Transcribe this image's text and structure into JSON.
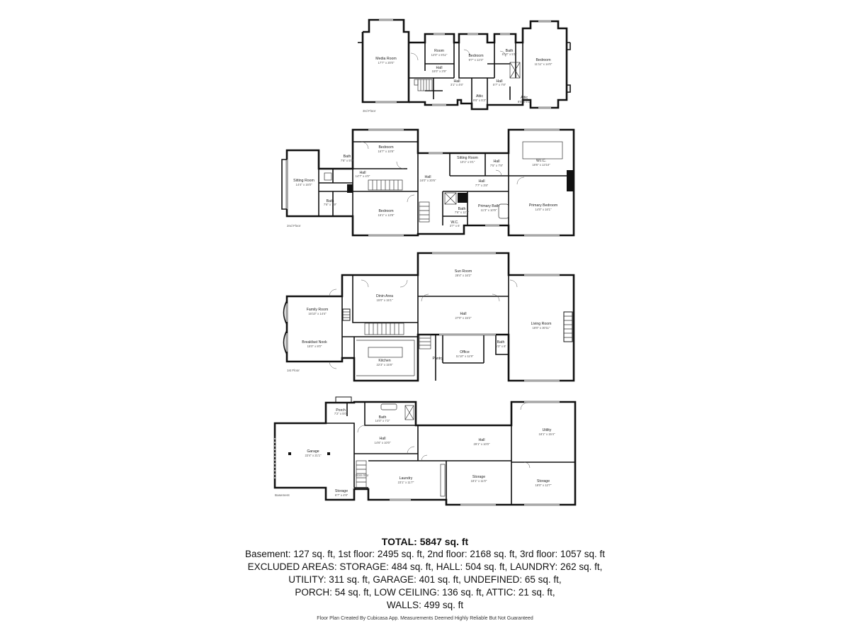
{
  "floors": [
    {
      "id": "attic",
      "label": "3rd Floor",
      "rooms": [
        {
          "name": "Media Room",
          "dims": "17'7\" x 20'0\""
        },
        {
          "name": "Room",
          "dims": "12'0\" x 8'11\""
        },
        {
          "name": "Hall",
          "dims": "15'0\" x 3'9\""
        },
        {
          "name": "Bedroom",
          "dims": "9'7\" x 12'3\""
        },
        {
          "name": "Bath",
          "dims": "8'10\" x 5'1\""
        },
        {
          "name": "Bedroom",
          "dims": "11'11\" x 14'0\""
        },
        {
          "name": "Hall",
          "dims": "5'7\" x 7'8\""
        },
        {
          "name": "Attic",
          "dims": "9'6\" x 5'3\""
        },
        {
          "name": "Attic",
          "dims": "8'0\" x 6'1\""
        },
        {
          "name": "Hall",
          "dims": "3'1\" x 4'6\""
        }
      ]
    },
    {
      "id": "second",
      "label": "2nd Floor",
      "rooms": [
        {
          "name": "Sitting Room",
          "dims": "14'4\" x 16'0\""
        },
        {
          "name": "Bath",
          "dims": "7'8\" x 5'0\""
        },
        {
          "name": "Bath",
          "dims": "7'6\" x 7'9\""
        },
        {
          "name": "Bedroom",
          "dims": "16'7\" x 10'8\""
        },
        {
          "name": "Hall",
          "dims": "14'7\" x 4'0\""
        },
        {
          "name": "Bedroom",
          "dims": "15'1\" x 13'8\""
        },
        {
          "name": "Hall",
          "dims": "16'0\" x 20'6\""
        },
        {
          "name": "Sitting Room",
          "dims": "10'1\" x 9'1\""
        },
        {
          "name": "Hall",
          "dims": "7'7\" x 3'8\""
        },
        {
          "name": "Hall",
          "dims": "7'5\" x 7'8\""
        },
        {
          "name": "Bath",
          "dims": "7'6\" x 11'7\""
        },
        {
          "name": "W.I.C.",
          "dims": "18'6\" x 13'10\""
        },
        {
          "name": "Primary Bedroom",
          "dims": "14'0\" x 16'1\""
        },
        {
          "name": "Primary Bath",
          "dims": "11'3\" x 10'9\""
        },
        {
          "name": "W.C.",
          "dims": "3'7\" x 6'"
        }
      ]
    },
    {
      "id": "first",
      "label": "1st Floor",
      "rooms": [
        {
          "name": "Family Room",
          "dims": "16'10\" x 14'4\""
        },
        {
          "name": "Breakfast Nook",
          "dims": "15'0\" x 8'0\""
        },
        {
          "name": "Dinin Area",
          "dims": "15'0\" x 15'1\""
        },
        {
          "name": "Sun Room",
          "dims": "28'4\" x 16'2\""
        },
        {
          "name": "Hall",
          "dims": "27'0\" x 15'2\""
        },
        {
          "name": "Kitchen",
          "dims": "22'3\" x 15'8\""
        },
        {
          "name": "Office",
          "dims": "11'10\" x 11'9\""
        },
        {
          "name": "Living Room",
          "dims": "18'0\" x 30'11\""
        },
        {
          "name": "Bath",
          "dims": "5'3\" x 8'"
        },
        {
          "name": "Pantry",
          "dims": ""
        }
      ]
    },
    {
      "id": "basement",
      "label": "Basement",
      "rooms": [
        {
          "name": "Porch",
          "dims": "7'2\" x 5'0\""
        },
        {
          "name": "Bath",
          "dims": "14'0\" x 7'2\""
        },
        {
          "name": "Garage",
          "dims": "22'4\" x 21'1\""
        },
        {
          "name": "Hall",
          "dims": "14'6\" x 10'0\""
        },
        {
          "name": "Hall",
          "dims": "29'1\" x 10'0\""
        },
        {
          "name": "Utility",
          "dims": "18'1\" x 15'4\""
        },
        {
          "name": "Laundry",
          "dims": "23'1\" x 11'7\""
        },
        {
          "name": "Storage",
          "dims": "18'1\" x 11'0\""
        },
        {
          "name": "Storage",
          "dims": "18'0\" x 12'7\""
        },
        {
          "name": "Storage",
          "dims": "6'7\" x 4'9\""
        },
        {
          "name": "Stora Stor",
          "dims": ""
        }
      ]
    }
  ],
  "summary": {
    "title": "TOTAL: 5847 sq. ft",
    "lines": [
      "Basement: 127 sq. ft, 1st floor: 2495 sq. ft, 2nd floor: 2168 sq. ft, 3rd floor: 1057 sq. ft",
      "EXCLUDED AREAS: STORAGE: 484 sq. ft, HALL: 504 sq. ft, LAUNDRY: 262 sq. ft,",
      "UTILITY: 311 sq. ft, GARAGE: 401 sq. ft, UNDEFINED: 65 sq. ft,",
      "PORCH: 54 sq. ft, LOW CEILING: 136 sq. ft, ATTIC: 21 sq. ft,",
      "WALLS: 499 sq. ft"
    ]
  },
  "footer": "Floor Plan Created By Cubicasa App. Measurements Deemed Highly Reliable But Not Guaranteed"
}
